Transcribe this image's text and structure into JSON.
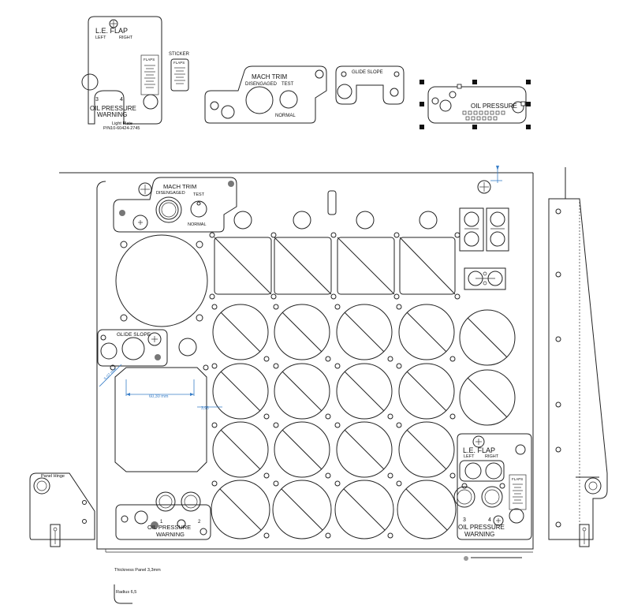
{
  "labels": {
    "le_flap_top": "L.E.   FLAP",
    "left": "LEFT",
    "right": "RIGHT",
    "flaps": "FLAPS",
    "sticker": "STICKER",
    "oil_pressure": "OIL PRESSURE",
    "warning": "WARNING",
    "num3": "3",
    "num4": "4",
    "num1": "1",
    "num2": "2",
    "light_plate": "Light Plate",
    "part_number": "P/N10-60424-2745",
    "mach_trim": "MACH   TRIM",
    "disengaged": "DISENGAGED",
    "test": "TEST",
    "normal": "NORMAL",
    "glide_slope": "GLIDE SLOPE",
    "panel_hinge": "Panel Hinge",
    "thickness_panel": "Thickness Panel 3,3mm",
    "radius": "Radius 6,5"
  },
  "dimensions": {
    "width_label": "60,30 mm",
    "diag_label": "5,07 mm",
    "small_label": "3,95"
  }
}
